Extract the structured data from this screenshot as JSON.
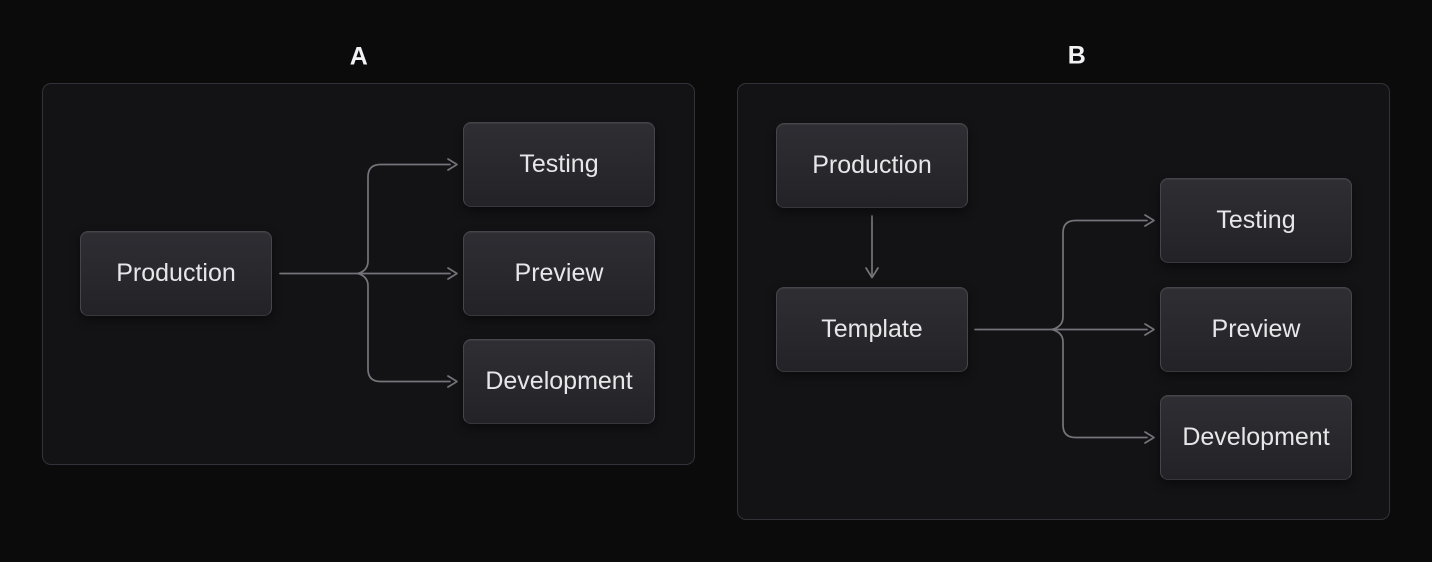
{
  "page": {
    "background": "#0b0b0c"
  },
  "colors": {
    "panel_border": "#323238",
    "panel_background": "#131316",
    "node_background_top": "#2e2e33",
    "node_background_bottom": "#232327",
    "node_border": "#45454b",
    "node_text": "#e7e7e9",
    "connector": "#74747a",
    "label_text": "#f2f2f4"
  },
  "diagram_a": {
    "label": "A",
    "nodes": {
      "production": "Production",
      "testing": "Testing",
      "preview": "Preview",
      "development": "Development"
    },
    "edges": [
      {
        "from": "Production",
        "to": "Testing"
      },
      {
        "from": "Production",
        "to": "Preview"
      },
      {
        "from": "Production",
        "to": "Development"
      }
    ]
  },
  "diagram_b": {
    "label": "B",
    "nodes": {
      "production": "Production",
      "template": "Template",
      "testing": "Testing",
      "preview": "Preview",
      "development": "Development"
    },
    "edges": [
      {
        "from": "Production",
        "to": "Template"
      },
      {
        "from": "Template",
        "to": "Testing"
      },
      {
        "from": "Template",
        "to": "Preview"
      },
      {
        "from": "Template",
        "to": "Development"
      }
    ]
  }
}
